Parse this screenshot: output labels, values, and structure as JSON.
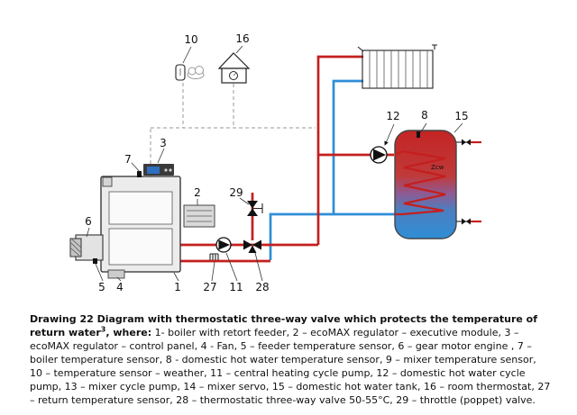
{
  "diagram": {
    "labels": {
      "l1": "1",
      "l2": "2",
      "l3": "3",
      "l4": "4",
      "l5": "5",
      "l6": "6",
      "l7": "7",
      "l8": "8",
      "l10": "10",
      "l11": "11",
      "l12": "12",
      "l15": "15",
      "l16": "16",
      "l27": "27",
      "l28": "28",
      "l29": "29"
    },
    "tank_text": "Zcw",
    "colors": {
      "supply": "#c41f1f",
      "return": "#2f8ed6",
      "outline": "#222222",
      "dashed": "#979797",
      "boiler_fill": "#ececec",
      "module_fill": "#d9d9d9",
      "panel_screen": "#2e6fbe"
    }
  },
  "caption": {
    "bold_before_sup": "Drawing 22 Diagram with thermostatic three-way valve which protects the temperature of return water",
    "sup": "3",
    "bold_after_sup": ", where:",
    "body": " 1- boiler with retort feeder, 2 – ecoMAX regulator – executive module, 3 – ecoMAX regulator – control panel, 4 - Fan, 5 – feeder temperature sensor, 6 – gear motor engine , 7 – boiler temperature sensor, 8 - domestic hot water temperature sensor, 9 – mixer temperature sensor, 10 – temperature sensor – weather, 11 – central heating cycle pump, 12 – domestic hot water cycle pump, 13 – mixer cycle pump, 14 – mixer servo, 15 – domestic hot water tank, 16 – room thermostat, 27 – return temperature sensor, 28 – thermostatic three-way valve 50-55°C, 29 – throttle (poppet) valve."
  }
}
